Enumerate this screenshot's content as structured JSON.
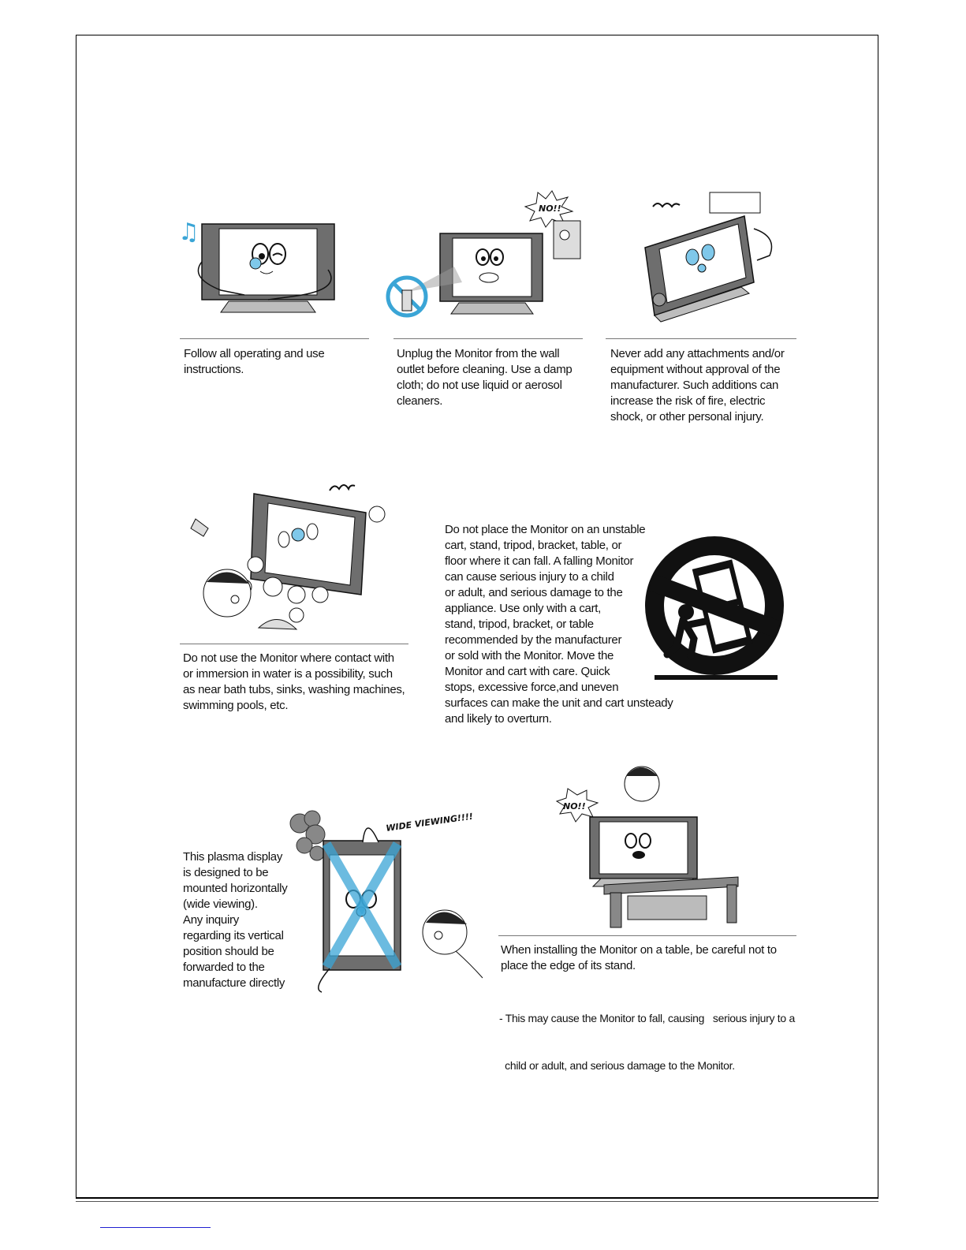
{
  "sections": {
    "s1": {
      "lines": [
        "Follow all operating and use",
        "instructions."
      ]
    },
    "s2": {
      "badge": "NO!!",
      "lines": [
        "Unplug the Monitor from the wall",
        "outlet before cleaning. Use a damp",
        "cloth; do not use liquid or aerosol",
        "cleaners."
      ]
    },
    "s3": {
      "lines": [
        "Never add any attachments and/or",
        "equipment without approval of the",
        "manufacturer. Such additions can",
        "increase the risk of fire, electric",
        "shock, or other personal injury."
      ]
    },
    "s4": {
      "lines": [
        "Do not use the Monitor where contact with",
        "or immersion in water is a possibility, such",
        "as near bath tubs, sinks, washing machines,",
        "swimming pools, etc."
      ]
    },
    "s5": {
      "lines": [
        "Do not place the Monitor on an unstable",
        "cart, stand, tripod, bracket, table, or",
        "floor where it can fall. A falling Monitor",
        "can cause serious injury to a child",
        "or adult, and serious damage to the",
        "appliance. Use  only with a cart,",
        "stand, tripod, bracket, or table",
        "recommended by the manufacturer",
        "or sold with the Monitor. Move the",
        "Monitor and cart with care. Quick",
        "stops, excessive force,and uneven",
        "surfaces can make the unit and cart unsteady",
        "and likely to overturn."
      ]
    },
    "s6": {
      "caption": "WIDE VIEWING!!!!",
      "lines": [
        "This plasma display",
        "is designed to be",
        "mounted horizontally",
        "(wide viewing).",
        "Any inquiry",
        "regarding its vertical",
        "position should be",
        "forwarded to the",
        "manufacture directly"
      ]
    },
    "s7": {
      "badge": "NO!!",
      "lines": [
        "When installing the Monitor on a table, be careful not to",
        "place the edge of its stand."
      ],
      "note": [
        "- This may cause the Monitor to fall, causing   serious injury to a",
        "  child or adult, and serious damage to the Monitor."
      ]
    }
  }
}
